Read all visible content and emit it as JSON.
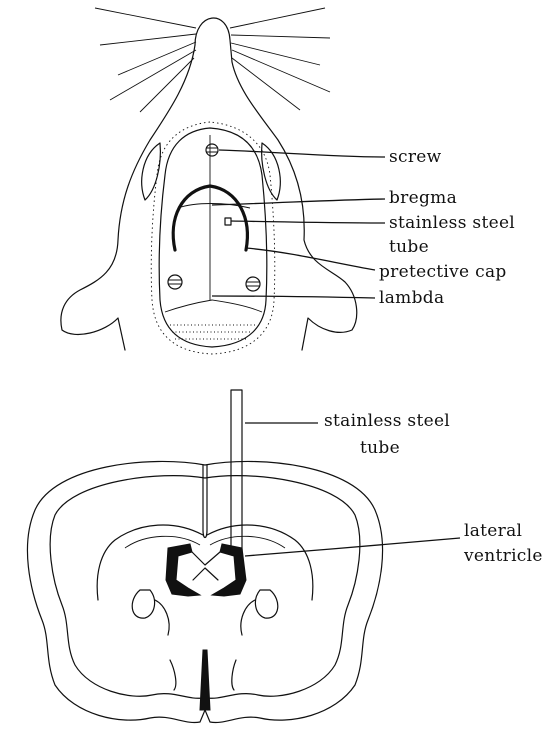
{
  "top_view": {
    "labels": {
      "screw": "screw",
      "bregma": "bregma",
      "stainless_steel": "stainless  steel",
      "tube": "tube",
      "protective_cap": "pretective  cap",
      "lambda": "lambda"
    }
  },
  "coronal_view": {
    "labels": {
      "stainless_steel": "stainless  steel",
      "tube": "tube",
      "lateral": "lateral",
      "ventricle": "ventricle"
    }
  }
}
